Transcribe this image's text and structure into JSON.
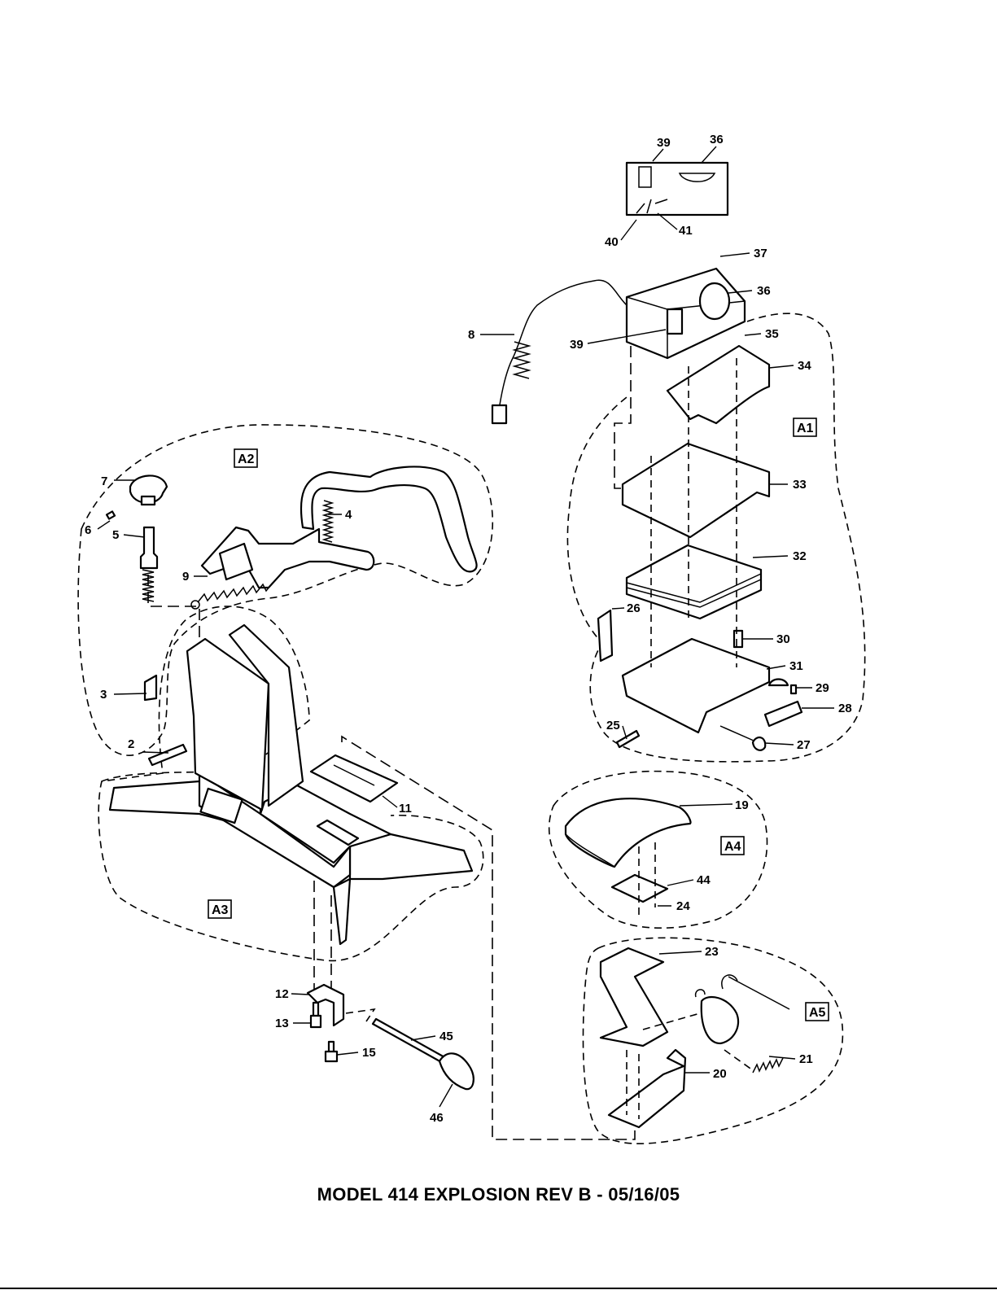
{
  "caption": "MODEL 414 EXPLOSION REV B - 05/16/05",
  "assemblies": {
    "a1": "A1",
    "a2": "A2",
    "a3": "A3",
    "a4": "A4",
    "a5": "A5"
  },
  "callouts": {
    "p2": "2",
    "p3": "3",
    "p4": "4",
    "p5": "5",
    "p6": "6",
    "p7": "7",
    "p8": "8",
    "p9": "9",
    "p11": "11",
    "p12": "12",
    "p13": "13",
    "p15": "15",
    "p19": "19",
    "p20": "20",
    "p21": "21",
    "p23": "23",
    "p24a": "24",
    "p25": "25",
    "p26": "26",
    "p27": "27",
    "p28": "28",
    "p29": "29",
    "p30": "30",
    "p31": "31",
    "p32": "32",
    "p33": "33",
    "p34": "34",
    "p35": "35",
    "p36a": "36",
    "p36b": "36",
    "p37": "37",
    "p39a": "39",
    "p39b": "39",
    "p40": "40",
    "p41": "41",
    "p44": "44",
    "p45": "45",
    "p46": "46"
  }
}
